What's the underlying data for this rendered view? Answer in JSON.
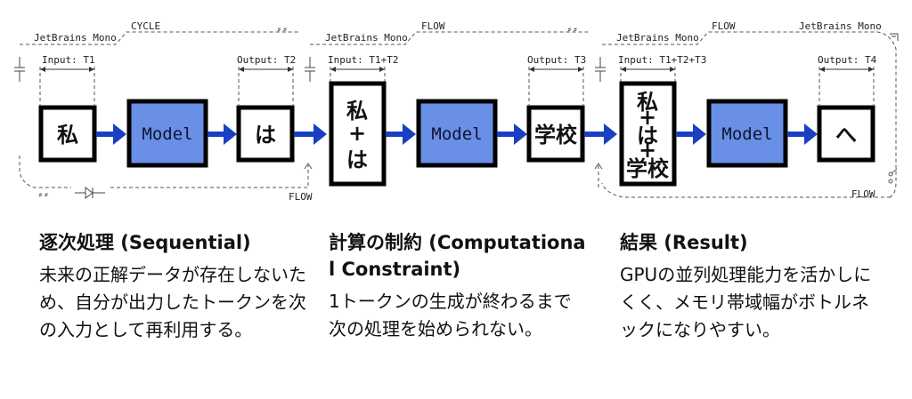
{
  "diagram": {
    "stages": [
      {
        "frame_label": "JetBrains Mono",
        "top_label": "CYCLE",
        "input_label": "Input: T1",
        "output_label": "Output: T2",
        "input_tokens": [
          "私"
        ],
        "model_label": "Model",
        "output_token": "は",
        "loop_label": "FLOW"
      },
      {
        "frame_label": "JetBrains Mono",
        "top_label": "FLOW",
        "input_label": "Input: T1+T2",
        "output_label": "Output: T3",
        "input_tokens": [
          "私",
          "+",
          "は"
        ],
        "model_label": "Model",
        "output_token": "学校"
      },
      {
        "frame_label": "JetBrains Mono",
        "top_label": "FLOW",
        "right_frame_label": "JetBrains Mono",
        "input_label": "Input: T1+T2+T3",
        "output_label": "Output: T4",
        "input_tokens": [
          "私",
          "+",
          "は",
          "+",
          "学校"
        ],
        "model_label": "Model",
        "output_token": "へ",
        "loop_label": "FLOW"
      }
    ],
    "colors": {
      "model_fill": "#6a8fe6",
      "arrow": "#1a3fc2",
      "border": "#000000"
    }
  },
  "columns": [
    {
      "title": "逐次処理 (Sequential)",
      "body": "未来の正解データが存在しないため、自分が出力したトークンを次の入力として再利用する。"
    },
    {
      "title": "計算の制約 (Computational Constraint)",
      "body": "1トークンの生成が終わるまで次の処理を始められない。"
    },
    {
      "title": "結果 (Result)",
      "body": "GPUの並列処理能力を活かしにくく、メモリ帯域幅がボトルネックになりやすい。"
    }
  ]
}
